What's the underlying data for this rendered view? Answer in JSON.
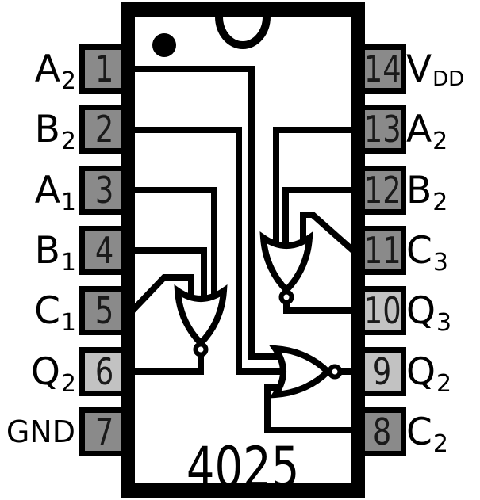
{
  "chip": {
    "title": "4025"
  },
  "pins": {
    "left": [
      {
        "number": "1",
        "label": "A",
        "sub": "2"
      },
      {
        "number": "2",
        "label": "B",
        "sub": "2"
      },
      {
        "number": "3",
        "label": "A",
        "sub": "1"
      },
      {
        "number": "4",
        "label": "B",
        "sub": "1"
      },
      {
        "number": "5",
        "label": "C",
        "sub": "1"
      },
      {
        "number": "6",
        "label": "Q",
        "sub": "2"
      },
      {
        "number": "7",
        "label": "GND",
        "sub": ""
      }
    ],
    "right": [
      {
        "number": "14",
        "label": "V",
        "sub": "DD"
      },
      {
        "number": "13",
        "label": "A",
        "sub": "2"
      },
      {
        "number": "12",
        "label": "B",
        "sub": "2"
      },
      {
        "number": "11",
        "label": "C",
        "sub": "3"
      },
      {
        "number": "10",
        "label": "Q",
        "sub": "3"
      },
      {
        "number": "9",
        "label": "Q",
        "sub": "2"
      },
      {
        "number": "8",
        "label": "C",
        "sub": "2"
      }
    ]
  },
  "colors": {
    "pin_fill": "#8a8a8a",
    "pin_output_fill": "#c2c2c2",
    "line": "#000000",
    "background": "#ffffff",
    "number_color": "#1a1a1a"
  }
}
